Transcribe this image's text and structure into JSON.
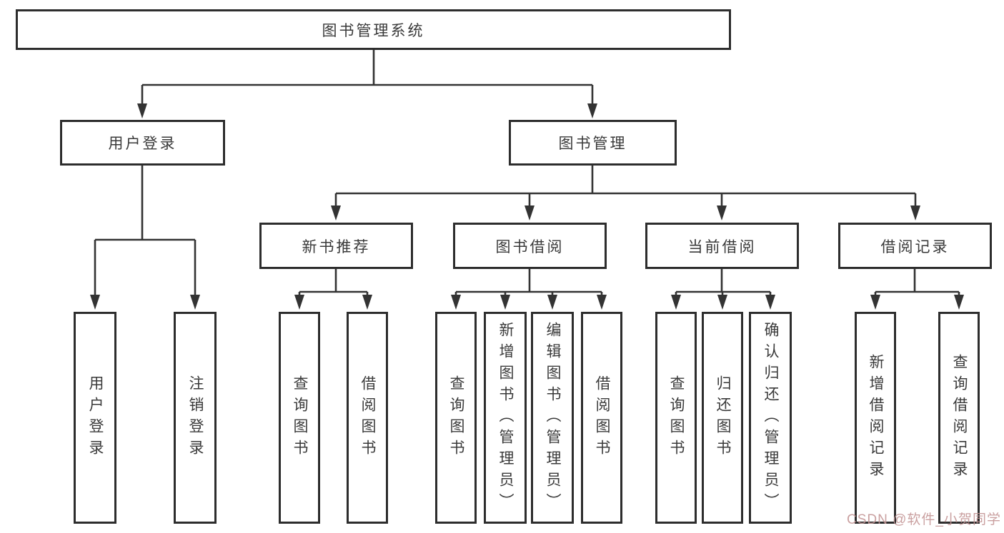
{
  "title": "图书管理系统",
  "nodes": {
    "root": "图书管理系统",
    "user_login": "用户登录",
    "book_mgmt": "图书管理",
    "new_book": "新书推荐",
    "book_borrow": "图书借阅",
    "current_borrow": "当前借阅",
    "borrow_record": "借阅记录"
  },
  "children": {
    "user_login": [
      "用户登录",
      "注销登录"
    ],
    "new_book": [
      "查询图书",
      "借阅图书"
    ],
    "book_borrow": [
      "查询图书",
      "新增图书（管理员）",
      "编辑图书（管理员）",
      "借阅图书"
    ],
    "current_borrow": [
      "查询图书",
      "归还图书",
      "确认归还（管理员）"
    ],
    "borrow_record": [
      "新增借阅记录",
      "查询借阅记录"
    ]
  },
  "watermark": "CSDN @软件_小贺同学",
  "colors": {
    "line": "#333333",
    "border": "#2d2d2d",
    "text": "#3a3a3a",
    "watermark": "#c39494",
    "background": "#ffffff"
  }
}
